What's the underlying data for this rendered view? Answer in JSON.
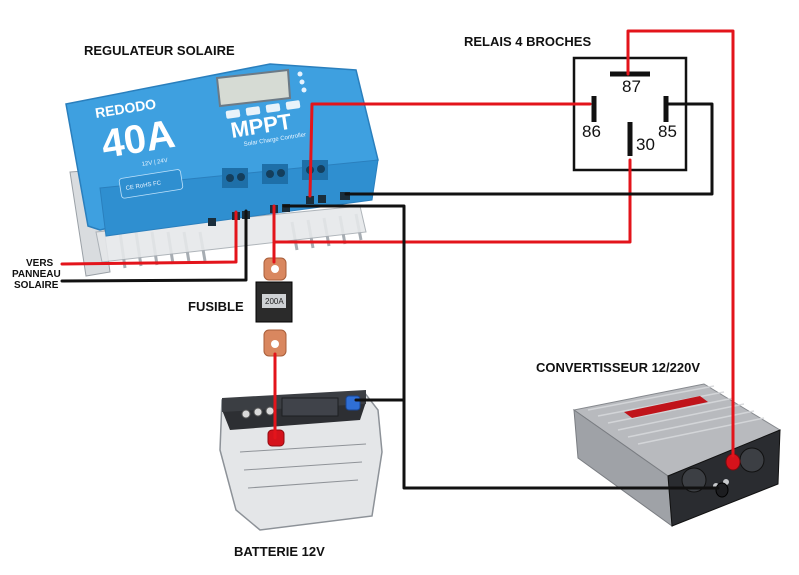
{
  "labels": {
    "regulator_title": "REGULATEUR SOLAIRE",
    "relay_title": "RELAIS 4 BROCHES",
    "fuse": "FUSIBLE",
    "panel_line1": "VERS",
    "panel_line2": "PANNEAU",
    "panel_line3": "SOLAIRE",
    "converter_title": "CONVERTISSEUR 12/220V",
    "battery_title": "BATTERIE 12V"
  },
  "regulator": {
    "brand": "REDODO",
    "rating": "40A",
    "type": "MPPT",
    "subtitle": "Solar Charge Controller",
    "voltage": "12V | 24V",
    "cert": "CE RoHS FC"
  },
  "relay": {
    "pins": [
      "87",
      "86",
      "85",
      "30"
    ]
  },
  "fuse": {
    "rating": "200A"
  },
  "colors": {
    "positive_wire": "#e3141b",
    "negative_wire": "#111111",
    "regulator_body": "#3ea0e0",
    "relay_outline": "#111111",
    "battery_terminal_pos": "#d5121b",
    "battery_terminal_neg": "#2f6fd6",
    "converter_body": "#c8c9cc",
    "converter_accent": "#c0141b",
    "fuse_lug": "#d9875f"
  }
}
